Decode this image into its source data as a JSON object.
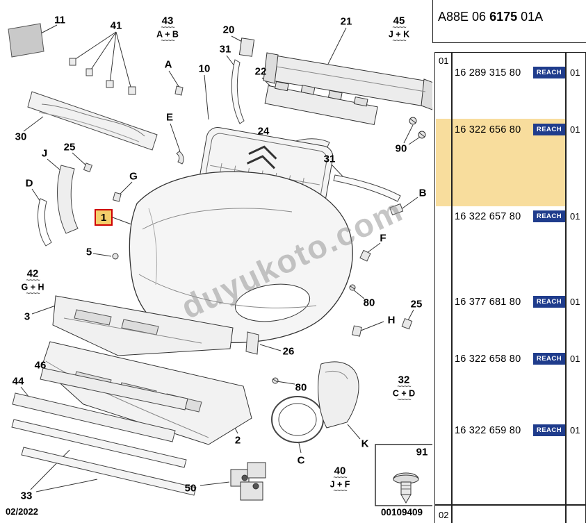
{
  "header": {
    "code_prefix": "A88E 06 ",
    "code_bold": "6175",
    "code_suffix": " 01A"
  },
  "panel": {
    "page_top": "01",
    "page_bottom": "02",
    "reach_label": "REACH",
    "highlight_color": "#f8dd9d",
    "badge_color": "#1f3c8c",
    "rows": [
      {
        "part_number": "16 289 315 80",
        "qty": "01",
        "highlighted": false
      },
      {
        "part_number": "16 322 656 80",
        "qty": "01",
        "highlighted": true
      },
      {
        "part_number": "16 322 657 80",
        "qty": "01",
        "highlighted": false
      },
      {
        "part_number": "16 377 681 80",
        "qty": "01",
        "highlighted": false
      },
      {
        "part_number": "16 322 658 80",
        "qty": "01",
        "highlighted": false
      },
      {
        "part_number": "16 322 659 80",
        "qty": "01",
        "highlighted": false
      }
    ]
  },
  "diagram": {
    "watermark": "duyukoto.com",
    "date": "02/2022",
    "doc_number": "00109409",
    "selected_callout": "1",
    "wave": "~~~~",
    "callouts": {
      "c11": "11",
      "c41": "41",
      "c20": "20",
      "c21": "21",
      "c31a": "31",
      "c10": "10",
      "c22": "22",
      "c30": "30",
      "c25a": "25",
      "cJ": "J",
      "cA": "A",
      "cE": "E",
      "cD": "D",
      "cG": "G",
      "c24": "24",
      "c31b": "31",
      "c90": "90",
      "cB": "B",
      "c5": "5",
      "cF": "F",
      "c3": "3",
      "c80a": "80",
      "c25b": "25",
      "cH": "H",
      "c26": "26",
      "c46": "46",
      "c44": "44",
      "c80b": "80",
      "c2": "2",
      "c33": "33",
      "c50": "50",
      "cC": "C",
      "cK": "K",
      "c91": "91"
    },
    "groups": {
      "g43": {
        "num": "43",
        "sub": "A + B"
      },
      "g45": {
        "num": "45",
        "sub": "J + K"
      },
      "g42": {
        "num": "42",
        "sub": "G + H"
      },
      "g32": {
        "num": "32",
        "sub": "C + D"
      },
      "g40": {
        "num": "40",
        "sub": "J + F"
      }
    }
  }
}
